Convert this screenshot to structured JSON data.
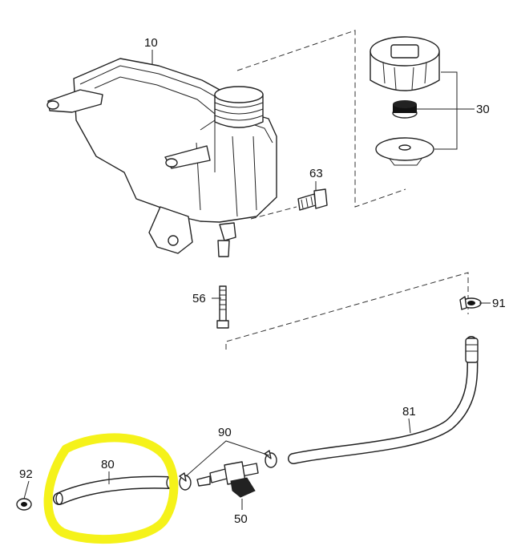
{
  "diagram": {
    "callouts": {
      "tank": "10",
      "cap_assembly": "30",
      "bolt": "63",
      "fitting": "56",
      "clamp_upper": "91",
      "hose_upper": "81",
      "clamp_pair": "90",
      "hose_lower": "80",
      "clamp_left": "92",
      "valve": "50"
    },
    "highlight_color": "#f5f21a",
    "highlighted_part": "hose-80"
  }
}
